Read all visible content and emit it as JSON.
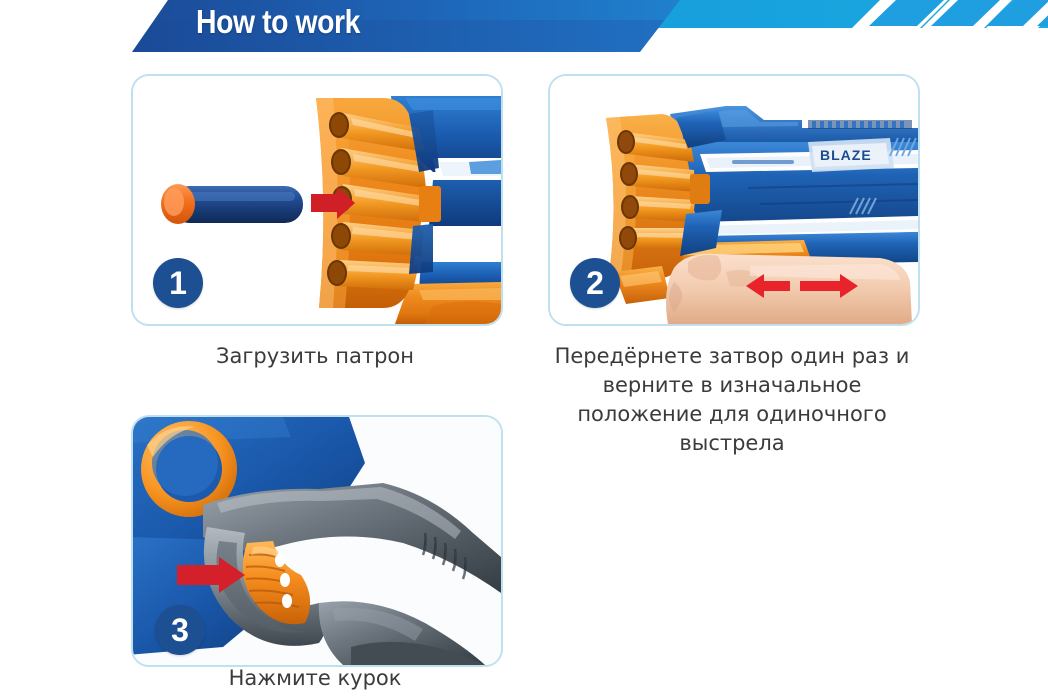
{
  "header": {
    "title": "How to work",
    "colors": {
      "dark_blue": "#1c4e9c",
      "mid_blue": "#1f7fd0",
      "light_blue": "#189ad9",
      "accent_cyan": "#1ba7e0"
    },
    "stripe_count": 4
  },
  "panels": [
    {
      "id": "panel-1",
      "step_number": "1",
      "illustration": "nerf-dart-loading-into-orange-barrel",
      "arrow": "red-right-arrow",
      "caption_lines": [
        "Загрузить патрон"
      ]
    },
    {
      "id": "panel-2",
      "step_number": "2",
      "illustration": "blue-orange-blaster-with-hand-on-priming-slide",
      "arrow": "red-double-headed-horizontal-arrow",
      "logo_text": "BLAZE",
      "caption_lines": [
        "Передёрнете затвор один раз и",
        "верните в изначальное",
        "положение для одиночного",
        "выстрела"
      ]
    },
    {
      "id": "panel-3",
      "step_number": "3",
      "illustration": "gray-trigger-with-orange-trigger-lever-closeup",
      "arrow": "red-right-arrow",
      "caption_lines": [
        "Нажмите курок"
      ]
    }
  ],
  "palette": {
    "panel_border": "#bfe0ef",
    "badge_blue": "#1d4f93",
    "arrow_red": "#d81f26",
    "dart_orange": "#f2701d",
    "dart_blue": "#1e417e",
    "body_blue": "#1b5fb4",
    "barrel_orange": "#f08c1e",
    "trigger_gray": "#6d757c",
    "skin": "#f3cdb4",
    "caption_text": "#3b3b3b"
  }
}
